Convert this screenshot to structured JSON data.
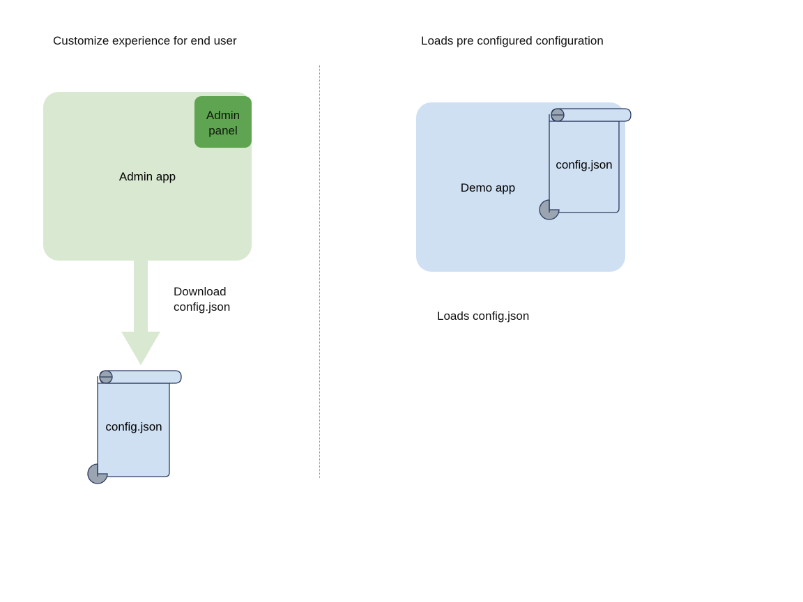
{
  "diagram": {
    "left_column": {
      "title": "Customize experience for end user",
      "app_box": {
        "label": "Admin app",
        "fill": "#D9E8D0"
      },
      "admin_panel": {
        "label": "Admin\npanel",
        "label_line1": "Admin",
        "label_line2": "panel",
        "fill": "#5FA450"
      },
      "arrow": {
        "label_line1": "Download",
        "label_line2": "config.json",
        "fill": "#D9E8D0",
        "direction": "down"
      },
      "document": {
        "label": "config.json",
        "fill": "#CFE0F3",
        "stroke": "#2A3B5E",
        "curl_fill": "#9AA5B1"
      }
    },
    "right_column": {
      "title": "Loads pre configured configuration",
      "app_box": {
        "label": "Demo app",
        "fill": "#CFE0F3"
      },
      "document": {
        "label": "config.json",
        "fill": "#CFE0F3",
        "stroke": "#2A3B5E",
        "curl_fill": "#9AA5B1"
      },
      "caption": "Loads config.json"
    },
    "divider": {
      "style": "dotted",
      "color": "#8a8a8a"
    },
    "background": "#ffffff"
  }
}
